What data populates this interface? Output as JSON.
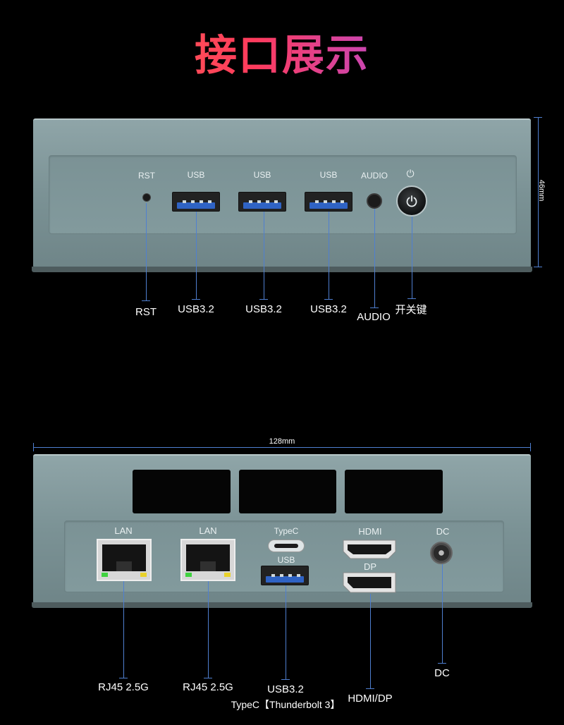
{
  "title": "接口展示",
  "dimensions": {
    "height": "46mm",
    "width": "128mm"
  },
  "front": {
    "port_labels": {
      "rst": "RST",
      "usb1": "USB",
      "usb2": "USB",
      "usb3": "USB",
      "audio": "AUDIO",
      "power_symbol": "⏻"
    },
    "captions": {
      "rst": "RST",
      "usb1": "USB3.2",
      "usb2": "USB3.2",
      "usb3": "USB3.2",
      "audio": "AUDIO",
      "power": "开关键"
    }
  },
  "rear": {
    "port_labels": {
      "lan1": "LAN",
      "lan2": "LAN",
      "typec": "TypeC",
      "usb": "USB",
      "hdmi": "HDMI",
      "dp": "DP",
      "dc": "DC"
    },
    "captions": {
      "lan1": "RJ45 2.5G",
      "lan2": "RJ45 2.5G",
      "usb": "USB3.2",
      "typec": "TypeC【Thunderbolt 3】",
      "hdmi_dp": "HDMI/DP",
      "dc": "DC"
    }
  },
  "colors": {
    "device_body": "#7b9295",
    "callout_line": "#4f7fd0",
    "usb_tongue": "#2f63c4",
    "led_green": "#3fd23f",
    "led_yellow": "#e8d12a"
  }
}
